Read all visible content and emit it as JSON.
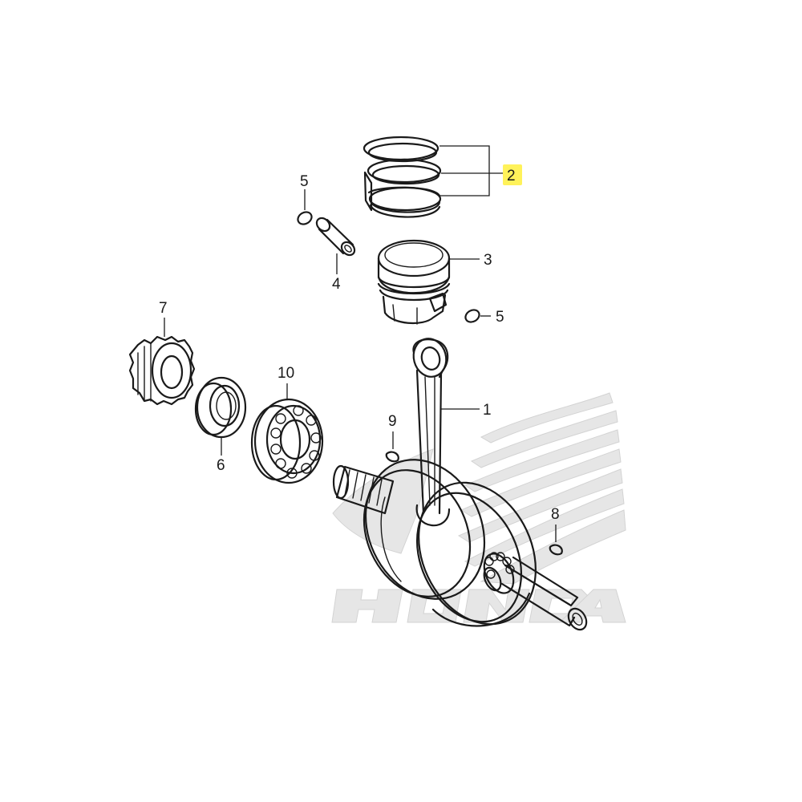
{
  "callouts": {
    "c1": "1",
    "c2": "2",
    "c3": "3",
    "c4": "4",
    "c5a": "5",
    "c5b": "5",
    "c6": "6",
    "c7": "7",
    "c8": "8",
    "c9": "9",
    "c10": "10"
  },
  "highlight": {
    "callout": "2",
    "color": "#fff25a"
  },
  "watermark": {
    "brand": "HONDA",
    "icon": "wing-logo-icon"
  }
}
